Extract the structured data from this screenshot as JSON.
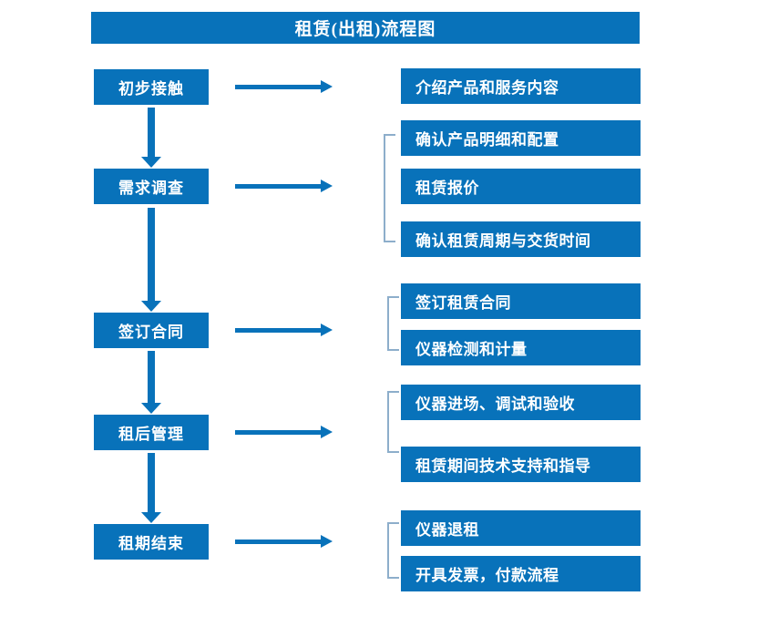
{
  "diagram": {
    "title": "租赁(出租)流程图",
    "colors": {
      "box_fill": "#0872ba",
      "box_text": "#ffffff",
      "arrow": "#0872ba",
      "bracket": "#8daecb",
      "background": "#ffffff"
    },
    "stages": [
      {
        "label": "初步接触"
      },
      {
        "label": "需求调查"
      },
      {
        "label": "签订合同"
      },
      {
        "label": "租后管理"
      },
      {
        "label": "租期结束"
      }
    ],
    "details": [
      {
        "label": "介绍产品和服务内容"
      },
      {
        "label": "确认产品明细和配置"
      },
      {
        "label": "租赁报价"
      },
      {
        "label": "确认租赁周期与交货时间"
      },
      {
        "label": "签订租赁合同"
      },
      {
        "label": "仪器检测和计量"
      },
      {
        "label": "仪器进场、调试和验收"
      },
      {
        "label": "租赁期间技术支持和指导"
      },
      {
        "label": "仪器退租"
      },
      {
        "label": "开具发票，付款流程"
      }
    ],
    "arrows": {
      "vertical_count": 4,
      "horizontal_count": 5,
      "bracket_count": 4
    }
  }
}
